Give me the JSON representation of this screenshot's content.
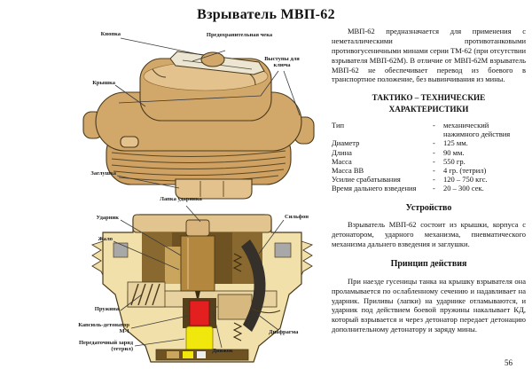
{
  "page": {
    "title": "Взрыватель МВП-62",
    "page_number": "56"
  },
  "colors": {
    "body_tan": "#d2a76a",
    "body_tan_light": "#e4c28d",
    "body_tan_mid": "#cfa263",
    "body_tan_dark": "#b3873e",
    "outline_brown": "#4a3a1c",
    "section_cream": "#f2e0aa",
    "plate_tan": "#e2c58e",
    "cavity_brown": "#6e5222",
    "block_brown": "#8a6930",
    "detonator_red": "#e41f1f",
    "charge_yellow": "#f0e70d",
    "bellows_dark": "#35302a",
    "steel_gray": "#a8a8a8",
    "clip_cream": "#ece5d2"
  },
  "intro": {
    "text": "МВП-62 предназначается для применения с неметаллическими противотанковыми противогусеничными минами серии ТМ-62 (при отсутствии взрывателя МВП-62М). В отличие от МВП-62М взрыватель МВП-62 не обеспечивает перевод из боевого в транспортное положение, без вывинчивания из мины."
  },
  "specs": {
    "heading": "ТАКТИКО – ТЕХНИЧЕСКИЕ ХАРАКТЕРИСТИКИ",
    "rows": [
      {
        "label": "Тип",
        "dash": "-",
        "value": "механический нажимного действия"
      },
      {
        "label": "Диаметр",
        "dash": "-",
        "value": "125 мм."
      },
      {
        "label": "Длина",
        "dash": "-",
        "value": "90 мм."
      },
      {
        "label": "Масса",
        "dash": "-",
        "value": "550 гр."
      },
      {
        "label": "Масса  ВВ",
        "dash": "-",
        "value": "4 гр. (тетрил)"
      },
      {
        "label": "Усилие срабатывания",
        "dash": "-",
        "value": "120 – 750 кгс."
      },
      {
        "label": "Время дальнего взведения",
        "dash": "-",
        "value": "20 – 300 сек."
      }
    ]
  },
  "device": {
    "heading": "Устройство",
    "text": "Взрыватель МВП-62 состоит из крышки, корпуса с детонатором, ударного механизма, пневматического механизма дальнего взведения и заглушки."
  },
  "principle": {
    "heading": "Принцип действия",
    "text": "При наезде гусеницы танка на крышку взрывателя она проламывается по ослабленному сечению и надавливает на ударник. Приливы (лапки) на ударнике отламываются, и ударник под действием боевой пружины накалывает КД, который взрывается и через детонатор передает детонацию дополнительному детонатору и заряду мины."
  },
  "diagram_top": {
    "labels": {
      "knopka": "Кнопка",
      "kryshka": "Крышка",
      "cheka": "Предохранительная чека",
      "vystupy": "Выступы для ключа",
      "zaglushka": "Заглушка"
    }
  },
  "diagram_bottom": {
    "labels": {
      "lapka": "Лапка ударника",
      "udarnik": "Ударник",
      "zhalo": "Жало",
      "silfon": "Сильфон",
      "pruzhina": "Пружина",
      "kapsyul": "Капсюль-детонатор М-1",
      "zaryad": "Передаточный заряд (тетрил)",
      "dvizhok": "Движок",
      "diafragma": "Диафрагма"
    }
  }
}
